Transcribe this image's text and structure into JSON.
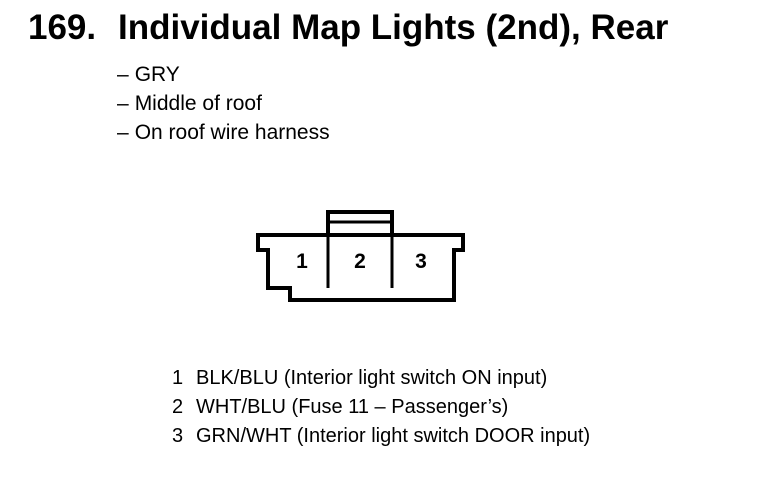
{
  "heading": {
    "number": "169.",
    "title": "Individual Map Lights (2nd), Rear"
  },
  "connector_info": [
    "GRY",
    "Middle of roof",
    "On roof wire harness"
  ],
  "connector": {
    "pins": [
      "1",
      "2",
      "3"
    ]
  },
  "pinout": [
    {
      "pin": "1",
      "description": "BLK/BLU (Interior light switch ON input)"
    },
    {
      "pin": "2",
      "description": "WHT/BLU (Fuse 11 – Passenger’s)"
    },
    {
      "pin": "3",
      "description": "GRN/WHT (Interior light switch DOOR input)"
    }
  ]
}
